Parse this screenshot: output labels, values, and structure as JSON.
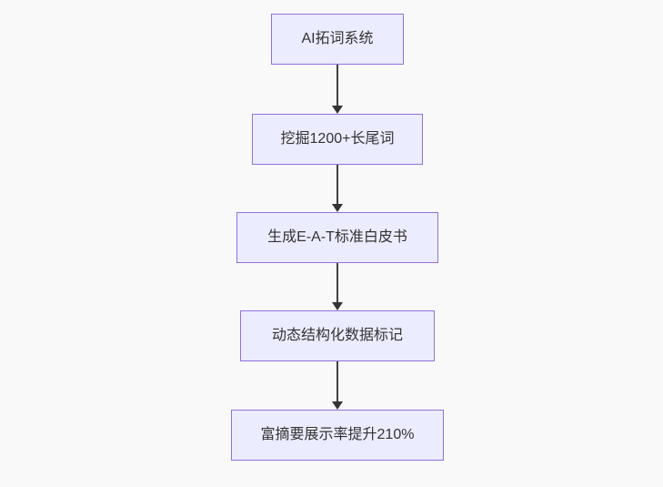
{
  "diagram": {
    "type": "flowchart",
    "direction": "top-down",
    "colors": {
      "background": "#f9f9f9",
      "node_fill": "#ECECFF",
      "node_border": "#9370DB",
      "node_text": "#333333",
      "arrow": "#333333"
    },
    "nodes": [
      {
        "label": "AI拓词系统"
      },
      {
        "label": "挖掘1200+长尾词"
      },
      {
        "label": "生成E-A-T标准白皮书"
      },
      {
        "label": "动态结构化数据标记"
      },
      {
        "label": "富摘要展示率提升210%"
      }
    ],
    "edges": [
      {
        "from": 0,
        "to": 1,
        "style": "arrow-down"
      },
      {
        "from": 1,
        "to": 2,
        "style": "arrow-down"
      },
      {
        "from": 2,
        "to": 3,
        "style": "arrow-down"
      },
      {
        "from": 3,
        "to": 4,
        "style": "arrow-down"
      }
    ]
  }
}
